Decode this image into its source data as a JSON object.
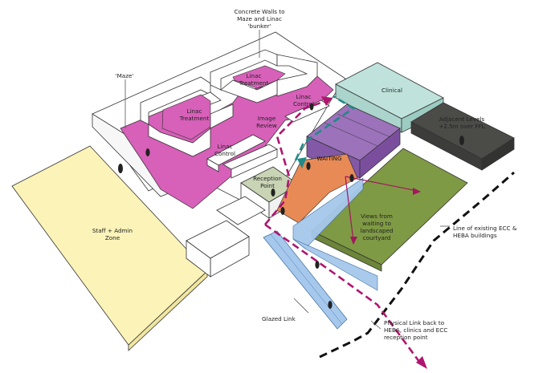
{
  "labels": {
    "concrete_walls": "Concrete Walls to\nMaze and Linac\n'bunker'",
    "maze": "'Maze'",
    "linac_treatment_1": "Linac\nTreatment",
    "linac_treatment_2": "Linac\nTreatment",
    "linac_control_1": "Linac\nControl",
    "linac_control_2": "Linac\nControl",
    "image_review": "Image\nReview",
    "clinical": "Clinical",
    "adjacent_levels": "Adjacent Levels\n+2.5m over FFL",
    "waiting": "WAITING",
    "reception_point": "Reception\nPoint",
    "views": "Views from\nwaiting to\nlandscaped\ncourtyard",
    "staff_admin": "Staff + Admin\nZone",
    "line_existing": "Line of existing ECC &\nHEBA buildings",
    "glazed_link": "Glazed Link",
    "physical_link": "Physical Link back to\nHEBA, clinics and ECC\nreception point"
  },
  "colors": {
    "magenta": "#d760b9",
    "arrow": "#b0156f",
    "clinical": "#bfe3dc",
    "purple": "#8e62ad",
    "orange": "#e88a55",
    "green": "#7f9a44",
    "dark": "#4b4b48",
    "yellow": "#fbf3b8",
    "glass": "#a6c8ec",
    "teal": "#1f8a86",
    "reception": "#c9d4b5"
  }
}
